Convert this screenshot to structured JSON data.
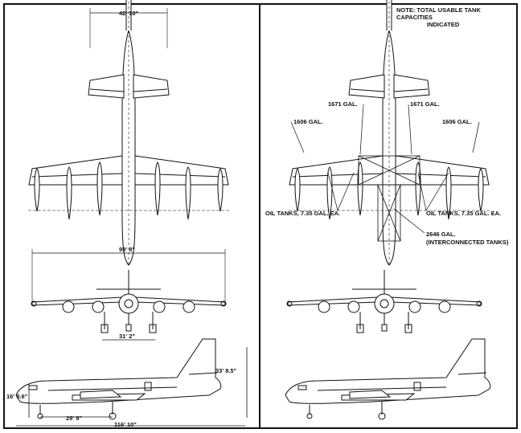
{
  "corner_label": "",
  "note": {
    "line1": "NOTE: TOTAL USABLE TANK CAPACITIES",
    "line2": "INDICATED"
  },
  "dimensions": {
    "tail_span": "42' 10\"",
    "wing_span": "99' 8\"",
    "outboard_prop_spacing": "31' 2\"",
    "tail_height": "33' 8.5\"",
    "fuselage_height": "16' 9.6\"",
    "gear_base": "29' 9\"",
    "overall_length": "116' 10\""
  },
  "tanks": {
    "left_outer": "1606 GAL.",
    "left_inner": "1671 GAL.",
    "right_inner": "1671 GAL.",
    "right_outer": "1606 GAL.",
    "oil_left": "OIL TANKS, 7.35 GAL. EA.",
    "oil_right": "OIL TANKS, 7.35 GAL. EA.",
    "center_line1": "2646 GAL.",
    "center_line2": "(INTERCONNECTED TANKS)"
  }
}
